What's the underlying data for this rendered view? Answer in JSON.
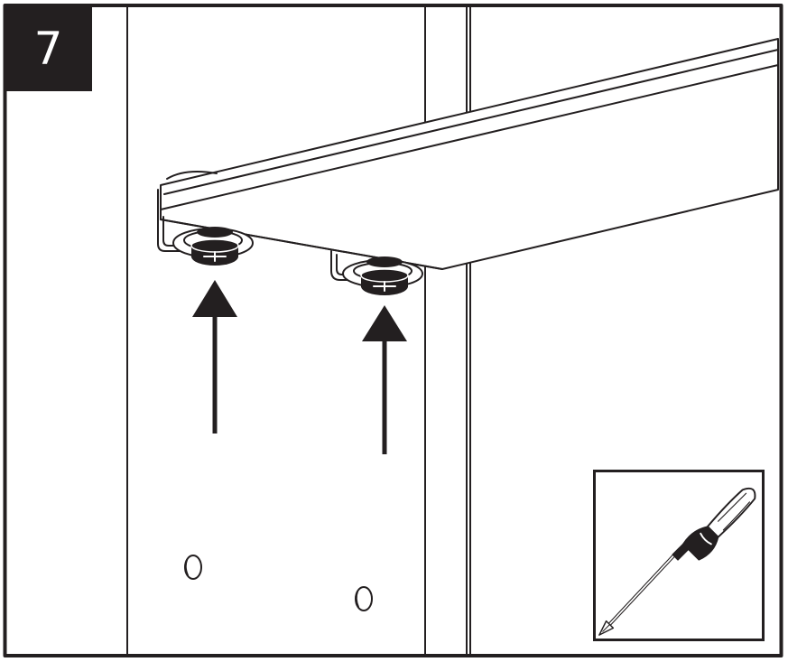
{
  "step": {
    "number": "7"
  },
  "illustration": {
    "subject": "shelf-bracket-screw-fastening",
    "arrows": [
      {
        "direction": "up",
        "target": "left-bracket-screw"
      },
      {
        "direction": "up",
        "target": "right-bracket-screw"
      }
    ]
  },
  "tool": {
    "icon": "phillips-screwdriver-icon"
  },
  "colors": {
    "line": "#231f20",
    "background": "#ffffff",
    "badge": "#231f20",
    "badge_text": "#ffffff"
  }
}
